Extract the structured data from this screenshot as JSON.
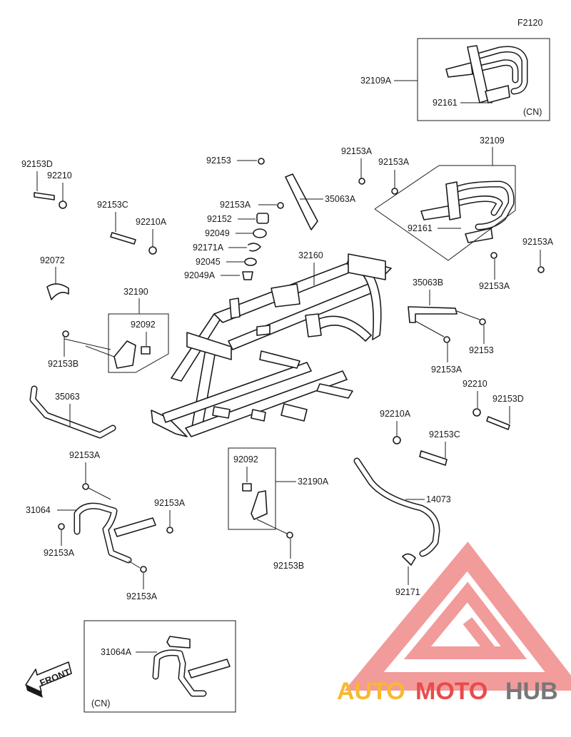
{
  "diagram_code": "F2120",
  "labels": {
    "l32109A": "32109A",
    "l92161_cn": "92161",
    "cn_top": "(CN)",
    "l92153_top": "92153",
    "l92153A_a": "92153A",
    "l92153A_b": "92153A",
    "l32109": "32109",
    "l92153D_a": "92153D",
    "l92210_a": "92210",
    "l92153A_c": "92153A",
    "l35063A": "35063A",
    "l92152": "92152",
    "l92153C_a": "92153C",
    "l92210A_a": "92210A",
    "l92049_a": "92049",
    "l92171A": "92171A",
    "l92072": "92072",
    "l92045": "92045",
    "l32160": "32160",
    "l92161_b": "92161",
    "l92153A_d": "92153A",
    "l92049A": "92049A",
    "l92153A_e": "92153A",
    "l32190": "32190",
    "l35063B": "35063B",
    "l92092_a": "92092",
    "l92153B_a": "92153B",
    "l92153_b": "92153",
    "l92153A_f": "92153A",
    "l35063": "35063",
    "l92210_b": "92210",
    "l92153D_b": "92153D",
    "l92210A_b": "92210A",
    "l92153C_b": "92153C",
    "l92153A_g": "92153A",
    "l92092_b": "92092",
    "l32190A": "32190A",
    "l31064": "31064",
    "l92153A_h": "92153A",
    "l14073": "14073",
    "l92153A_i": "92153A",
    "l92153A_j": "92153A",
    "l92153B_b": "92153B",
    "l92171": "92171",
    "l31064A": "31064A",
    "cn_bottom": "(CN)"
  },
  "front_arrow_label": "FRONT",
  "watermark": {
    "word_auto": "AUTO",
    "word_moto": "MOTO",
    "word_hub": "HUB",
    "colors": {
      "auto": "#f7b92f",
      "moto": "#e84b4b",
      "hub": "#777777",
      "triangle": "#e84b4b"
    }
  }
}
